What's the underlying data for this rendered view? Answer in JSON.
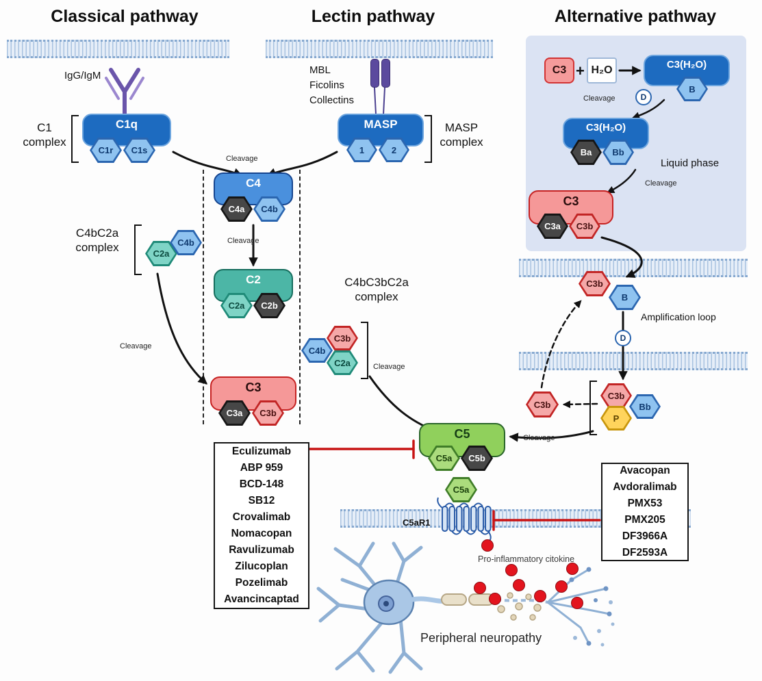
{
  "titles": {
    "classical": "Classical pathway",
    "lectin": "Lectin pathway",
    "alternative": "Alternative pathway"
  },
  "labels": {
    "cleavage": "Cleavage",
    "igg_igm": "IgG/IgM",
    "c1_complex": "C1 complex",
    "mbl": "MBL",
    "ficolins": "Ficolins",
    "collectins": "Collectins",
    "masp_complex": "MASP complex",
    "c4bc2a_complex": "C4bC2a complex",
    "c4bc3bc2a_complex": "C4bC3bC2a complex",
    "liquid_phase": "Liquid phase",
    "amplification_loop": "Amplification loop",
    "c5ar1": "C5aR1",
    "plus": "+",
    "pro_inflammatory": "Pro-inflammatory citokine",
    "peripheral_neuropathy": "Peripheral neuropathy"
  },
  "molecules": {
    "c1q": "C1q",
    "c1r": "C1r",
    "c1s": "C1s",
    "masp": "MASP",
    "masp1": "1",
    "masp2": "2",
    "c4": "C4",
    "c4a": "C4a",
    "c4b": "C4b",
    "c2": "C2",
    "c2a": "C2a",
    "c2b": "C2b",
    "c3": "C3",
    "c3a": "C3a",
    "c3b": "C3b",
    "c5": "C5",
    "c5a": "C5a",
    "c5b": "C5b",
    "h2o": "H₂O",
    "c3h2o": "C3(H₂O)",
    "b": "B",
    "ba": "Ba",
    "bb": "Bb",
    "d": "D",
    "p": "P"
  },
  "drug_boxes": {
    "c5_inhibitors": [
      "Eculizumab",
      "ABP 959",
      "BCD-148",
      "SB12",
      "Crovalimab",
      "Nomacopan",
      "Ravulizumab",
      "Zilucoplan",
      "Pozelimab",
      "Avancincaptad"
    ],
    "c5ar1_inhibitors": [
      "Avacopan",
      "Avdoralimab",
      "PMX53",
      "PMX205",
      "DF3966A",
      "DF2593A"
    ]
  },
  "colors": {
    "inhibition_red": "#c81414",
    "cytokine_red": "#e3141e",
    "classical_blue": "#1d6bc0",
    "c4_blue": "#4a90dd",
    "c2_teal": "#4cb6a6",
    "complement_pink": "#f59898",
    "c5_green": "#90d05c",
    "p_yellow": "#ffd45c",
    "antibody_purple": "#6a55aa",
    "membrane_blue": "#a8c2e0",
    "alt_panel_bg": "#dbe3f3"
  }
}
